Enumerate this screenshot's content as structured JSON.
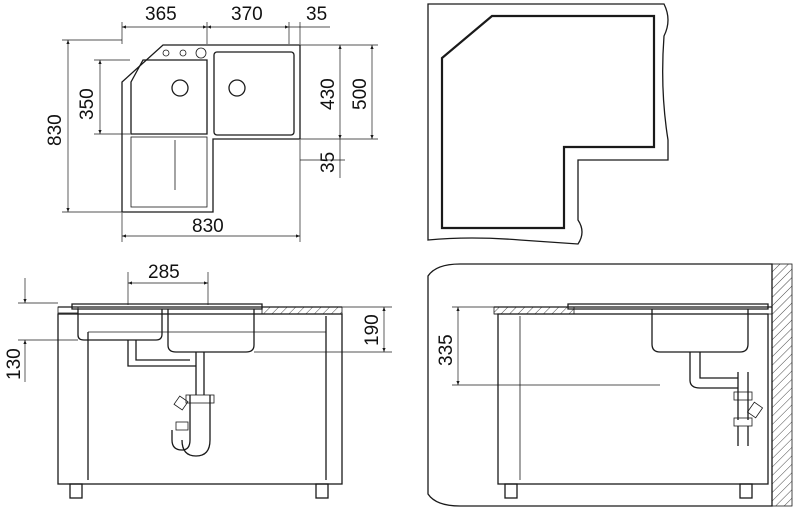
{
  "top_view": {
    "dims": {
      "width_left_bowl": "365",
      "width_right_bowl": "370",
      "edge_right": "35",
      "total_height_left": "830",
      "bowl_depth_left": "350",
      "bowl_depth_right": "430",
      "right_total": "500",
      "right_lower": "35",
      "total_width_bottom": "830"
    }
  },
  "cut_out_view": {},
  "front_view": {
    "dims": {
      "bowl_width": "285",
      "height_left": "130",
      "height_right": "190"
    }
  },
  "side_view": {
    "dims": {
      "height": "335"
    }
  }
}
